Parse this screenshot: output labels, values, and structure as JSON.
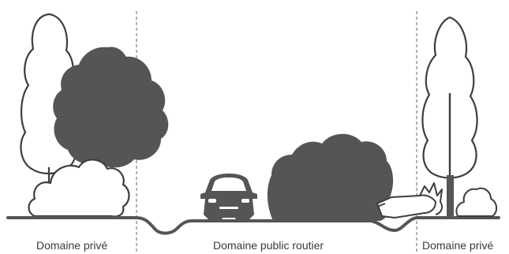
{
  "colors": {
    "fill_dark": "#555555",
    "stroke": "#3d3d3d",
    "ground": "#555555",
    "divider": "#888888",
    "background": "#ffffff"
  },
  "zones": {
    "left_label": "Domaine privé",
    "center_label": "Domaine public routier",
    "right_label": "Domaine privé"
  },
  "icons": [
    "tree-poplar-outline-icon",
    "tree-dark-icon",
    "bush-outline-icon",
    "car-icon",
    "hedge-dark-icon",
    "fallen-tree-icon"
  ]
}
